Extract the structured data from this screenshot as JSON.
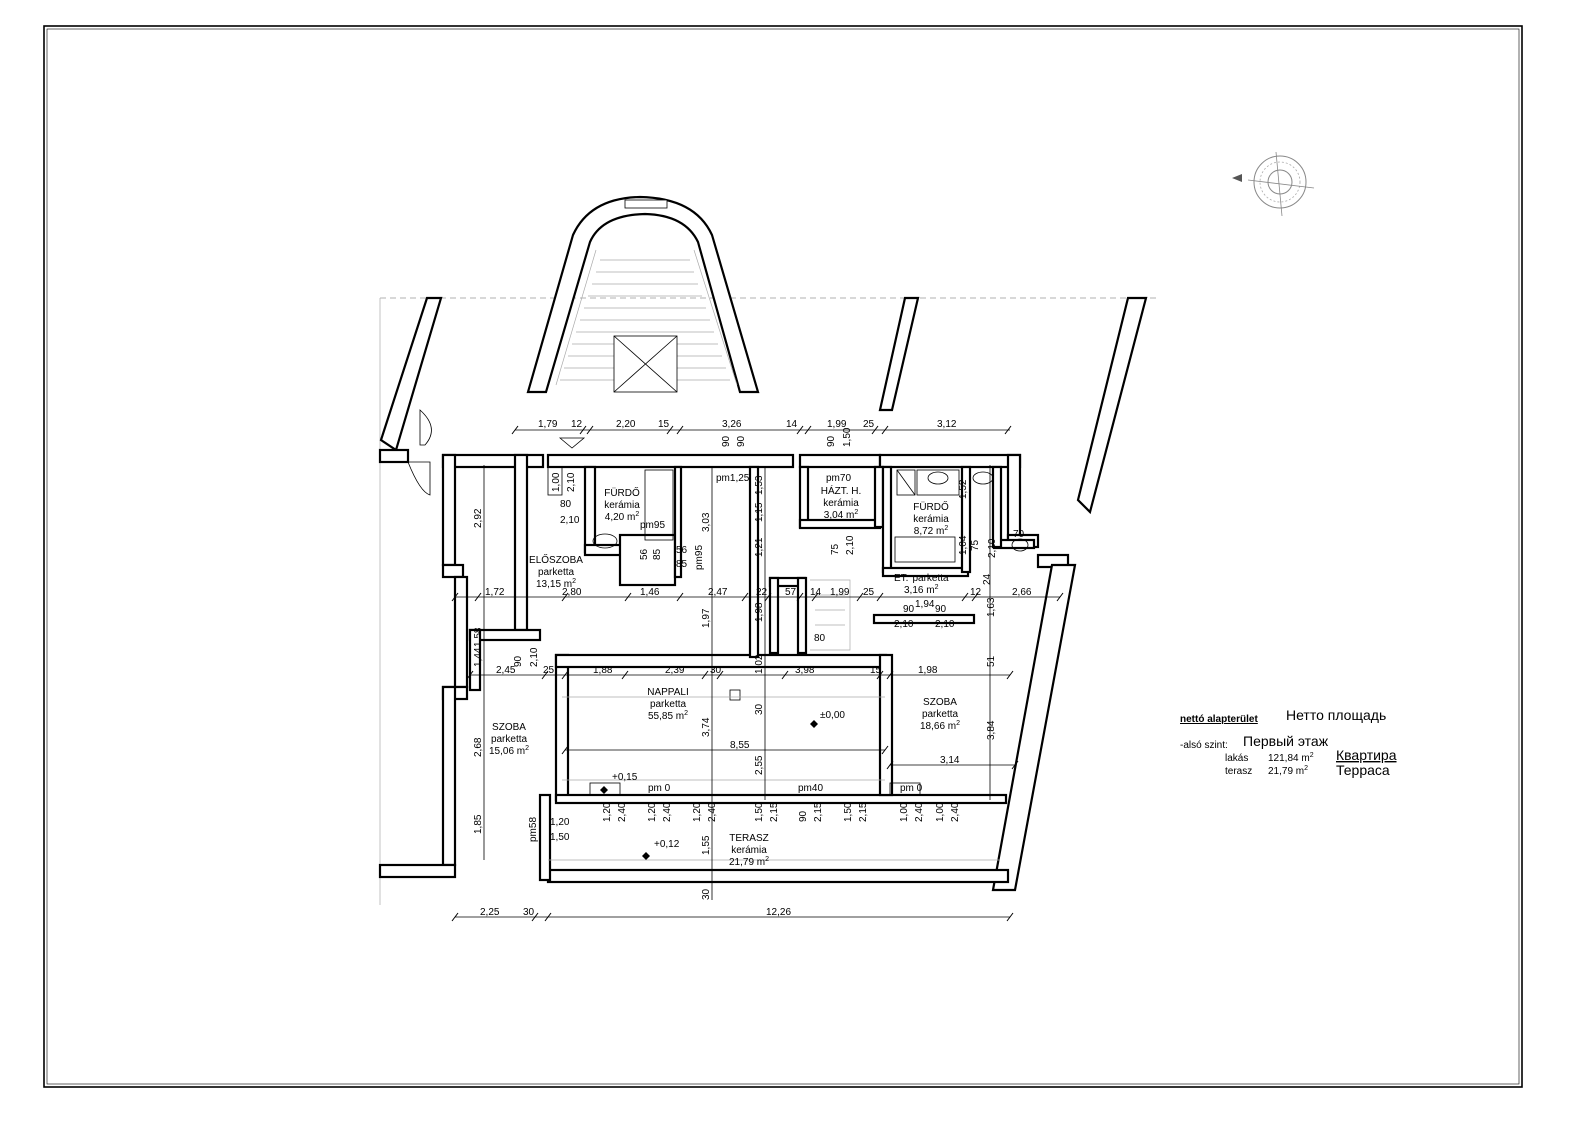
{
  "rooms": [
    {
      "name": "FÜRDŐ",
      "finish": "kerámia",
      "area": "4,20 m"
    },
    {
      "name": "ELŐSZOBA",
      "finish": "parketta",
      "area": "13,15 m"
    },
    {
      "name": "HÁZT. H.",
      "finish": "kerámia",
      "area": "3,04 m"
    },
    {
      "name": "FÜRDŐ",
      "finish": "kerámia",
      "area": "8,72 m"
    },
    {
      "name": "ET.",
      "finish": "parketta",
      "area": "3,16 m"
    },
    {
      "name": "NAPPALI",
      "finish": "parketta",
      "area": "55,85 m"
    },
    {
      "name": "SZOBA",
      "finish": "parketta",
      "area": "18,66 m"
    },
    {
      "name": "SZOBA",
      "finish": "parketta",
      "area": "15,06 m"
    },
    {
      "name": "TERASZ",
      "finish": "kerámia",
      "area": "21,79 m"
    }
  ],
  "area_sup": "2",
  "levels": [
    "±0,00",
    "+0,15",
    "+0,12"
  ],
  "parapets": [
    "pm95",
    "pm95",
    "pm70",
    "pm1,25",
    "pm 0",
    "pm40",
    "pm 0",
    "pm58"
  ],
  "dims": {
    "top": [
      "1,79",
      "12",
      "2,20",
      "15",
      "3,26",
      "14",
      "1,99",
      "25",
      "3,12"
    ],
    "mid": [
      "1,72",
      "2,80",
      "1,46",
      "2,47",
      "22",
      "57",
      "14",
      "1,99",
      "25",
      "1,94",
      "12",
      "2,66"
    ],
    "row3": [
      "2,45",
      "25",
      "1,88",
      "2,39",
      "30",
      "3,98",
      "15",
      "1,98"
    ],
    "bottom": [
      "2,25",
      "30",
      "12,26"
    ],
    "other": [
      "8,55",
      "3,14",
      "2,92",
      "1,58",
      "1,44",
      "2,68",
      "1,85",
      "3,03",
      "1,97",
      "3,74",
      "1,55",
      "30",
      "1,53",
      "1,15",
      "1,21",
      "1,98",
      "1,02",
      "30",
      "2,55",
      "1,52",
      "1,04",
      "1,63",
      "51",
      "3,84",
      "90",
      "90",
      "90",
      "1,50",
      "1,00",
      "2,10",
      "80",
      "2,10",
      "56",
      "85",
      "56",
      "85",
      "75",
      "2,10",
      "75",
      "2,10",
      "24",
      "70",
      "90",
      "90",
      "2,10",
      "2,10",
      "80",
      "90",
      "2,10",
      "1,20",
      "1,50",
      "1,20",
      "2,40",
      "1,20",
      "2,40",
      "1,20",
      "2,40",
      "1,50",
      "2,15",
      "90",
      "2,15",
      "1,50",
      "2,15",
      "1,00",
      "2,40",
      "1,00",
      "2,40"
    ]
  },
  "legend": {
    "title": "nettó alapterület",
    "title_ru": "Нетто площадь",
    "level": "-alsó szint:",
    "level_ru": "Первый этаж",
    "flat_label": "lakás",
    "flat_value": "121,84 m",
    "flat_ru": "Квартира",
    "terrace_label": "terasz",
    "terrace_value": "21,79 m",
    "terrace_ru": "Терраса"
  }
}
